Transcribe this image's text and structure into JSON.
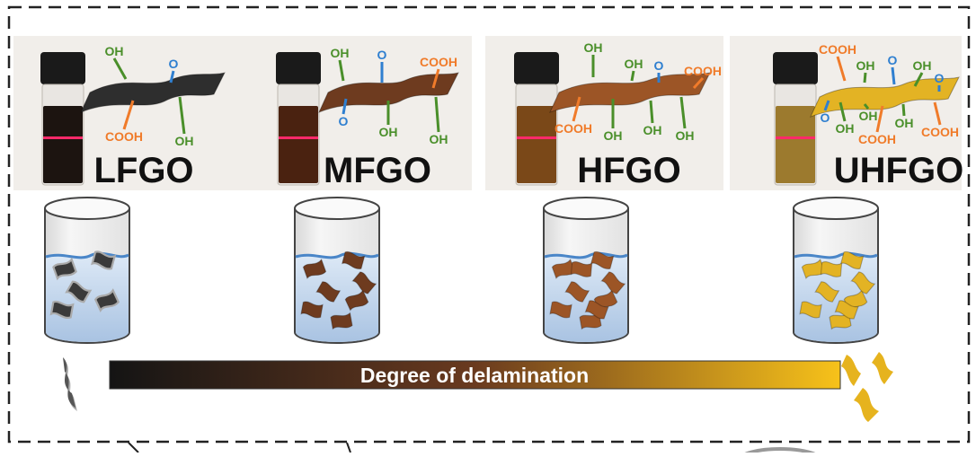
{
  "colors": {
    "oh": "#4a8f2a",
    "epoxide": "#2f7fd0",
    "cooh": "#f07b2a"
  },
  "panels": [
    {
      "label": "LFGO",
      "sheet_color": "#2e2e2e",
      "liquid_color": "#1c1410",
      "flake_color": "#3a3a3a",
      "groups": [
        "OH",
        "O",
        "COOH",
        "OH"
      ]
    },
    {
      "label": "MFGO",
      "sheet_color": "#6e3b1f",
      "liquid_color": "#4a2210",
      "flake_color": "#6e3b1f",
      "groups": [
        "OH",
        "O",
        "COOH",
        "O",
        "OH",
        "OH"
      ]
    },
    {
      "label": "HFGO",
      "sheet_color": "#9c5526",
      "liquid_color": "#7a4818",
      "flake_color": "#9c5526",
      "groups": [
        "OH",
        "OH",
        "O",
        "COOH",
        "COOH",
        "OH",
        "OH",
        "OH"
      ]
    },
    {
      "label": "UHFGO",
      "sheet_color": "#e3b324",
      "liquid_color": "#9c7a2e",
      "flake_color": "#e3b324",
      "groups": [
        "COOH",
        "OH",
        "O",
        "OH",
        "O",
        "O",
        "OH",
        "OH",
        "OH",
        "COOH",
        "COOH"
      ]
    }
  ],
  "delamination_bar": {
    "label": "Degree of delamination",
    "start_color": "#141414",
    "mid_color": "#6a3a1f",
    "end_color": "#f7c21a"
  }
}
